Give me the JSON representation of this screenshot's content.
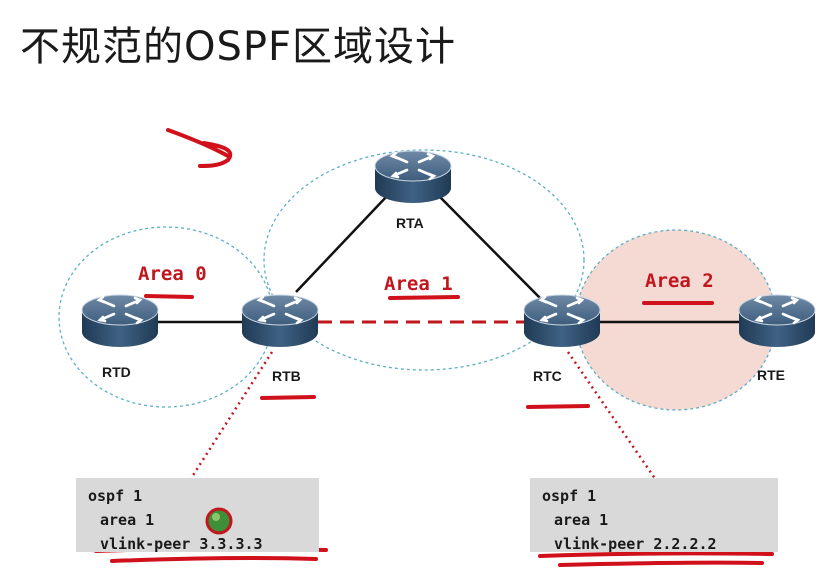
{
  "title": "不规范的OSPF区域设计",
  "areas": {
    "area0": "Area 0",
    "area1": "Area 1",
    "area2": "Area 2"
  },
  "routers": {
    "rta": "RTA",
    "rtb": "RTB",
    "rtc": "RTC",
    "rtd": "RTD",
    "rte": "RTE"
  },
  "config_rtb": {
    "line1": "ospf 1",
    "line2": "area 1",
    "line3": "vlink-peer 3.3.3.3"
  },
  "config_rtc": {
    "line1": "ospf 1",
    "line2": "area 1",
    "line3": "vlink-peer 2.2.2.2"
  },
  "colors": {
    "annotation_red": "#d0101a",
    "area2_fill": "#f5d9d3",
    "area_border": "#5bb0c4",
    "router_body": "#2e4e6c"
  },
  "icons": {
    "router": "router-icon",
    "pointer": "pointer-mark-icon"
  }
}
